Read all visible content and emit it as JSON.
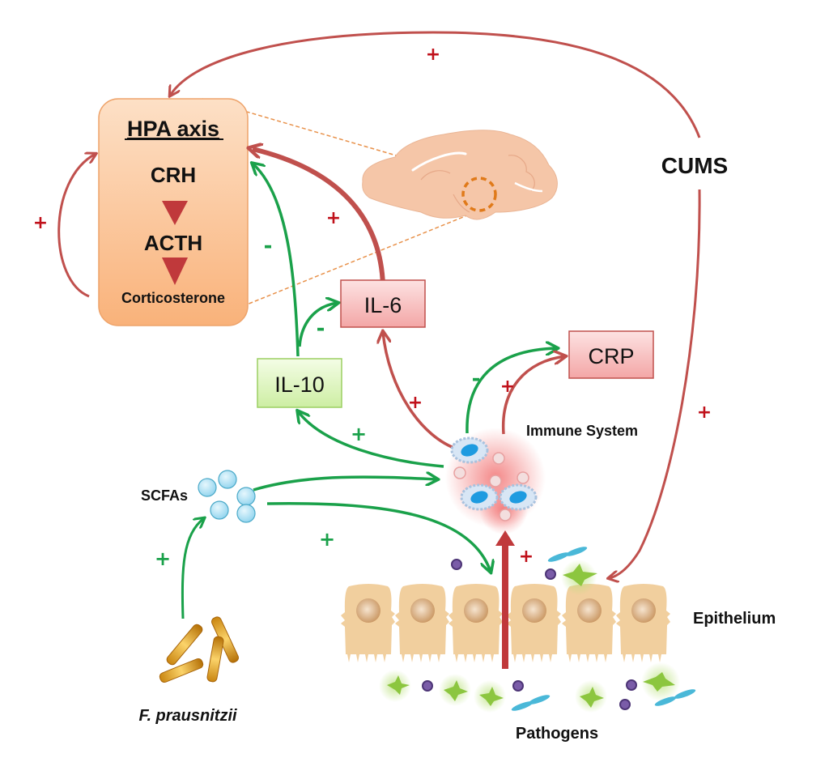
{
  "diagram": {
    "hpa_box": {
      "title": "HPA axis",
      "steps": [
        "CRH",
        "ACTH",
        "Corticosterone"
      ]
    },
    "nodes": {
      "il6": "IL-6",
      "il10": "IL-10",
      "crp": "CRP",
      "cums": "CUMS",
      "immune_system": "Immune System",
      "scfas": "SCFAs",
      "f_prausnitzii": "F. prausnitzii",
      "epithelium": "Epithelium",
      "pathogens": "Pathogens"
    },
    "signs": {
      "cums_to_hpa": "+",
      "hpa_feedback": "+",
      "il6_to_hpa": "+",
      "il10_to_hpa": "-",
      "il10_to_il6": "-",
      "immune_to_il6": "+",
      "immune_to_il10": "+",
      "immune_to_crp_green": "-",
      "immune_to_crp_red": "+",
      "cums_to_epithelium": "+",
      "fp_to_scfas": "+",
      "scfas_to_epithelium": "+",
      "pathogens_to_immune": "+"
    },
    "colors": {
      "activation": "#c0504d",
      "inhibition": "#1aa14a",
      "hpa_fill": "#fbc99a",
      "il6_fill": "#f7b8b8",
      "il10_fill": "#dff5c0",
      "crp_fill": "#f7b8b8",
      "brain_fill": "#f5c6a8",
      "dashed_circle": "#e07a1a"
    }
  }
}
